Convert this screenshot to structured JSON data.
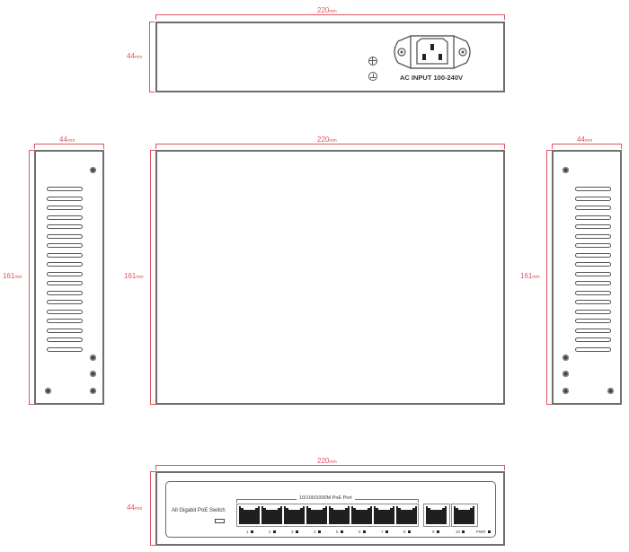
{
  "colors": {
    "dimension": "#e0535f",
    "outline": "#6e6e6e",
    "port": "#1f1f1f"
  },
  "rear_view": {
    "width_label": "220",
    "height_label": "44",
    "unit": "mm",
    "power_label": "AC INPUT 100-240V",
    "icons": [
      "power-inlet-icon",
      "ground-screw-icon",
      "ground-symbol-icon"
    ]
  },
  "left_side_view": {
    "width_label": "44",
    "height_label": "161",
    "unit": "mm",
    "vent_count": 18
  },
  "top_view": {
    "width_label": "220",
    "height_label": "161",
    "unit": "mm"
  },
  "right_side_view": {
    "width_label": "44",
    "height_label": "161",
    "unit": "mm",
    "vent_count": 18
  },
  "front_view": {
    "width_label": "220",
    "height_label": "44",
    "unit": "mm",
    "product_label": "All Gigabit PoE Switch",
    "port_group_label": "10/100/1000M PoE Port",
    "ports": [
      "1",
      "2",
      "3",
      "4",
      "5",
      "6",
      "7",
      "8"
    ],
    "uplinks": [
      "9",
      "10"
    ],
    "power_led_label": "PWR"
  }
}
